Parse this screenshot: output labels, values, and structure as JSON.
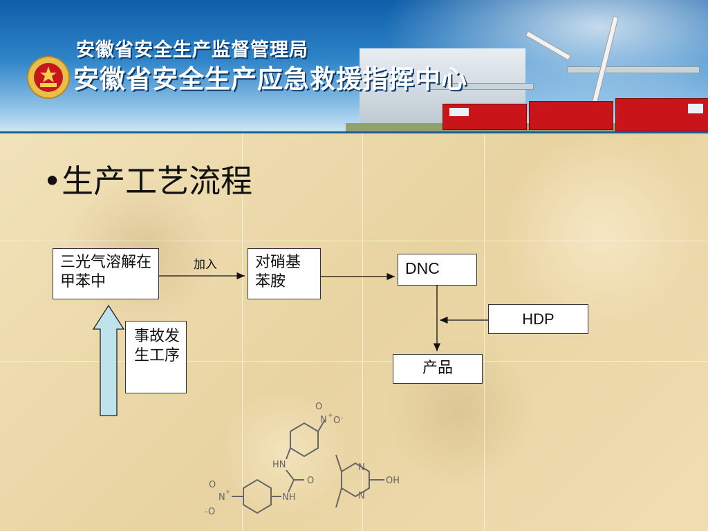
{
  "header": {
    "title_line1": "安徽省安全生产监督管理局",
    "title_line2": "安徽省安全生产应急救援指挥中心"
  },
  "slide": {
    "heading": "•生产工艺流程"
  },
  "flow": {
    "phosgene_box": "三光气溶解在甲苯中",
    "add_label": "加入",
    "nitroaniline_box": "对硝基苯胺",
    "dnc_box": "DNC",
    "hdp_box": "HDP",
    "product_box": "产品",
    "accident_box": "事故发生工序"
  },
  "structures": {
    "dnc_labels": [
      "O",
      "N",
      "+",
      "O",
      "-",
      "HN",
      "O",
      "NH",
      "O",
      "N",
      "+",
      "-O"
    ],
    "hdp_labels": [
      "N",
      "N",
      "OH"
    ]
  },
  "colors": {
    "banner_blue": "#1565b0",
    "arrow_fill": "#bfe3ec",
    "slide_bg": "#efdcae",
    "box_border": "#333333"
  }
}
